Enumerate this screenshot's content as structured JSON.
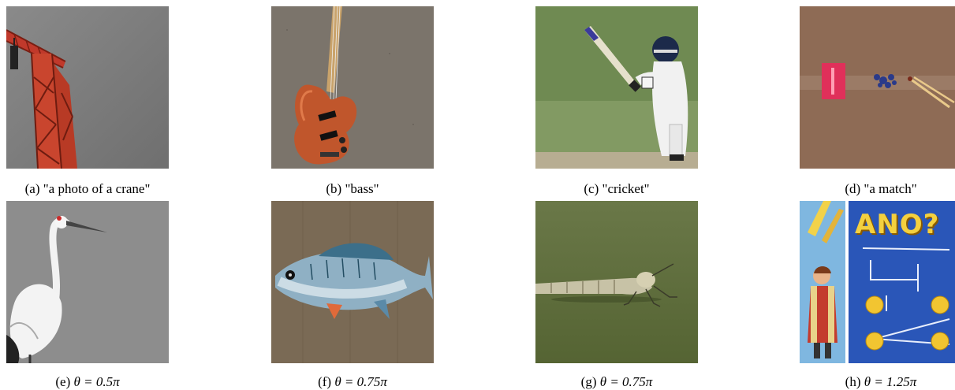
{
  "figure": {
    "row1": [
      {
        "label": "(a)",
        "caption": "\"a photo of a crane\"",
        "subject": "construction-crane"
      },
      {
        "label": "(b)",
        "caption": "\"bass\"",
        "subject": "bass-guitar"
      },
      {
        "label": "(c)",
        "caption": "\"cricket\"",
        "subject": "cricket-batsman"
      },
      {
        "label": "(d)",
        "caption": "\"a match\"",
        "subject": "matchbox-and-matches"
      }
    ],
    "row2": [
      {
        "label": "(e)",
        "math": "θ = 0.5π",
        "subject": "crane-bird"
      },
      {
        "label": "(f)",
        "math": "θ = 0.75π",
        "subject": "bass-fish"
      },
      {
        "label": "(g)",
        "math": "θ = 0.75π",
        "subject": "cricket-insect"
      },
      {
        "label": "(h)",
        "math": "θ = 1.25π",
        "subject": "match-comic-poster"
      }
    ],
    "poster_text": "ANO?"
  }
}
